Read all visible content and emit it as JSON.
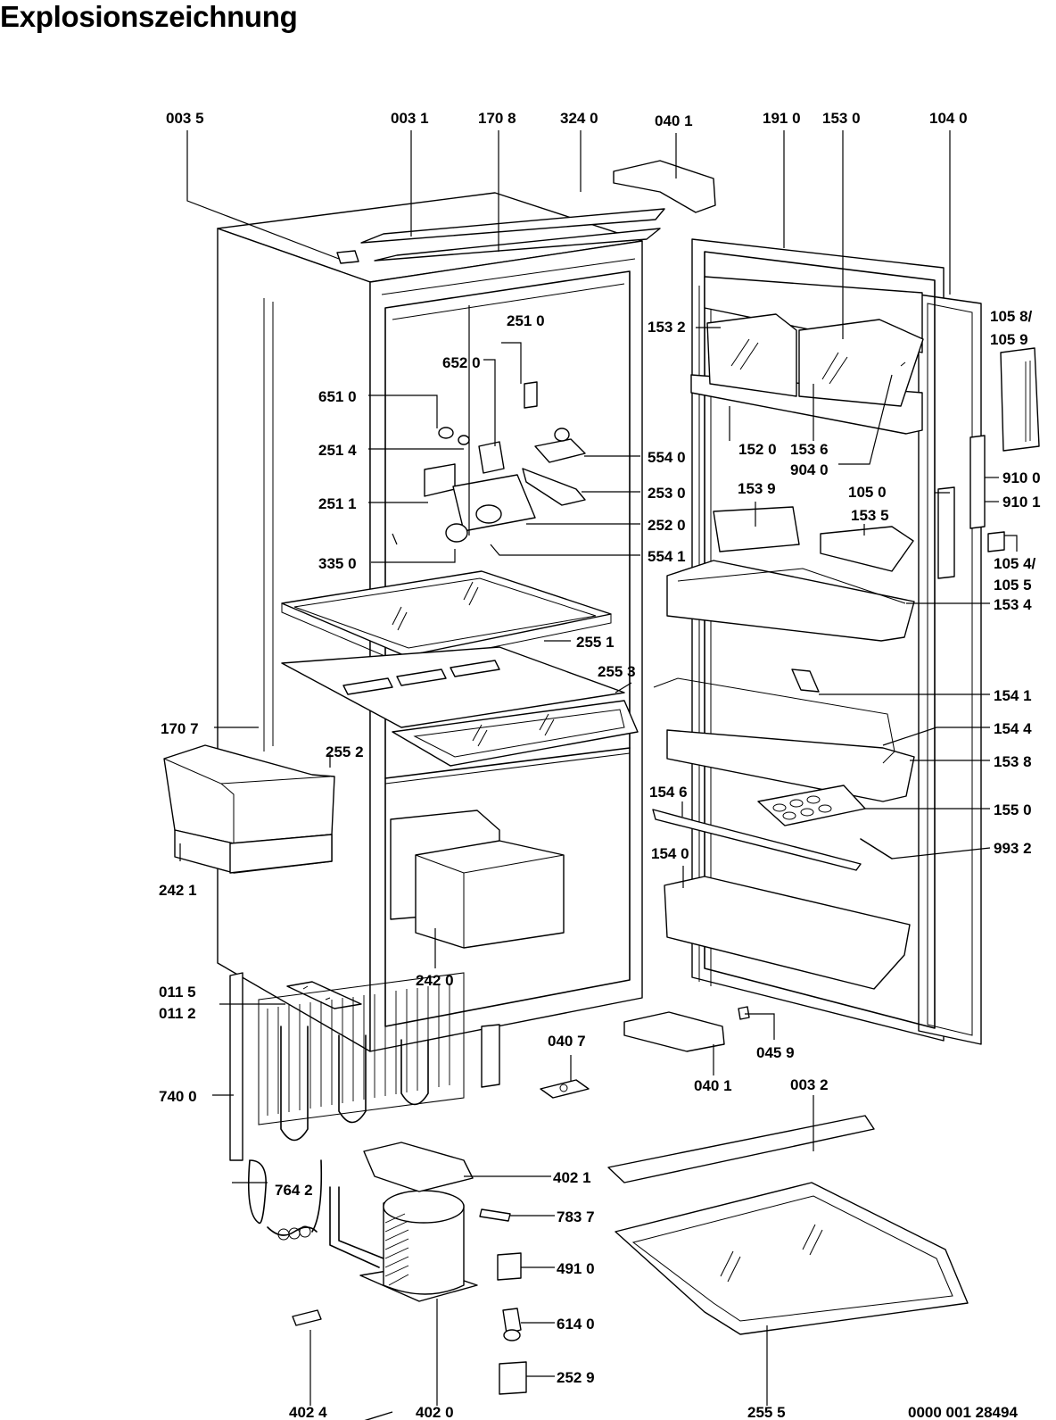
{
  "title": "Explosionszeichnung",
  "drawing_number": "0000 001 28494",
  "part_labels": [
    "003 5",
    "003 1",
    "170 8",
    "324 0",
    "040 1",
    "191 0",
    "153 0",
    "104 0",
    "105 8/",
    "105 9",
    "153 2",
    "251 0",
    "652 0",
    "651 0",
    "251 4",
    "554 0",
    "152 0",
    "153 6",
    "904 0",
    "910 0",
    "910 1",
    "253 0",
    "251 1",
    "153 9",
    "105 0",
    "153 5",
    "252 0",
    "105 4/",
    "105 5",
    "335 0",
    "554 1",
    "153 4",
    "255 1",
    "255 3",
    "154 1",
    "170 7",
    "154 4",
    "255 2",
    "153 8",
    "154 6",
    "155 0",
    "993 2",
    "242 1",
    "154 0",
    "242 0",
    "011 5",
    "011 2",
    "040 7",
    "040 1",
    "045 9",
    "740 0",
    "003 2",
    "402 1",
    "764 2",
    "783 7",
    "491 0",
    "614 0",
    "252 9",
    "402 4",
    "402 0",
    "255 5"
  ]
}
